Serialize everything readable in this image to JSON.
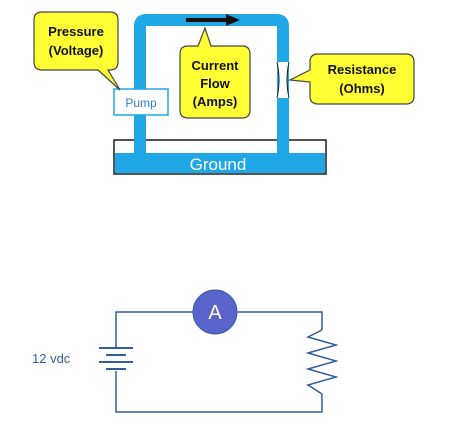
{
  "water_analogy": {
    "callouts": {
      "pressure": [
        "Pressure",
        "(Voltage)"
      ],
      "current": [
        "Current",
        "Flow",
        "(Amps)"
      ],
      "resistance": [
        "Resistance",
        "(Ohms)"
      ]
    },
    "pump_label": "Pump",
    "ground_label": "Ground"
  },
  "circuit": {
    "ammeter_label": "A",
    "source_label": "12 vdc"
  },
  "colors": {
    "pipe": "#1fa7e6",
    "ground_fill": "#1fa7e6",
    "callout_fill": "#ffff33",
    "callout_stroke": "#444444",
    "wire": "#2f5f9e",
    "ammeter_fill": "#5a63c9"
  }
}
